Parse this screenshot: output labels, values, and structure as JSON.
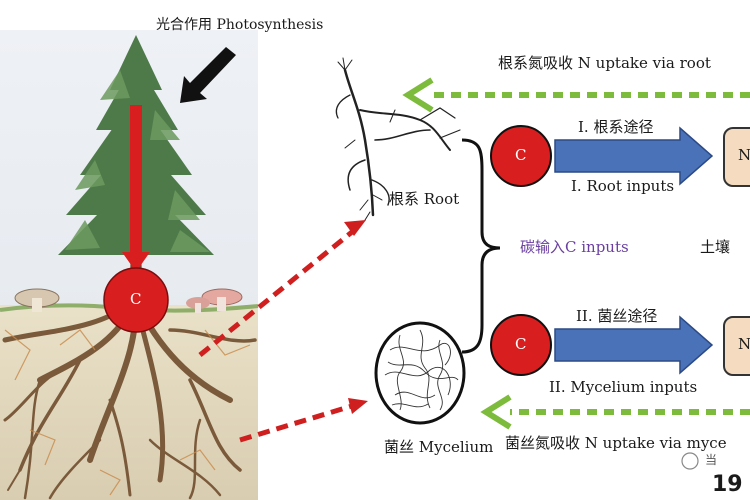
{
  "title": "光合作用 Photosynthesis",
  "top_arrow_label": "根系氮吸收 N uptake via root",
  "bottom_arrow_label": "菌丝氮吸收 N uptake via myce",
  "root_label": "根系 Root",
  "mycelium_label": "菌丝 Mycelium",
  "carbon_symbol": "C",
  "pathway1_cn": "I. 根系途径",
  "pathway1_en": "I. Root inputs",
  "pathway2_cn": "II. 菌丝途径",
  "pathway2_en": "II. Mycelium inputs",
  "carbon_inputs": "碳输入C inputs",
  "soil": "土壤",
  "box_letter": "N",
  "corner_number": "19",
  "watermark": "当",
  "colors": {
    "carbon_red": "#d81e1e",
    "arrow_blue": "#4a72b8",
    "dashed_green": "#7dbb3c",
    "dashed_red": "#cf1f1f",
    "box_fill": "#f5dcc0"
  }
}
